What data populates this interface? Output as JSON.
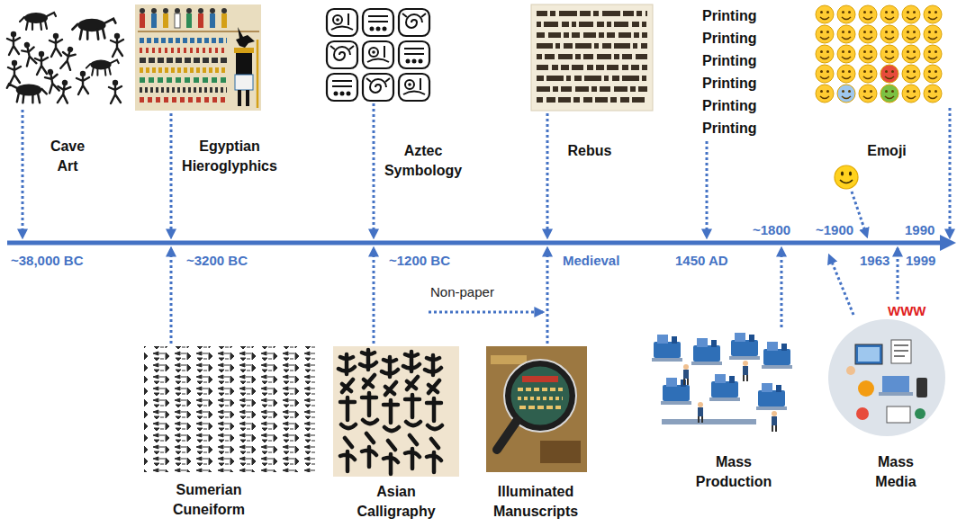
{
  "diagram": {
    "nodes": [
      {
        "text": [
          "Cave Art"
        ]
      },
      {
        "text": [
          "Egyptian Hieroglyphics"
        ]
      },
      {
        "text": [
          "Aztec Symbology"
        ]
      },
      {
        "text": [
          "Rebus"
        ]
      },
      {
        "text": [
          "Emoji"
        ]
      },
      {
        "text": [
          "Sumerian Cuneiform"
        ]
      },
      {
        "text": [
          "Asian Calligraphy"
        ]
      },
      {
        "text": [
          "Illuminated Manuscripts"
        ]
      },
      {
        "text": [
          "Mass Production"
        ]
      },
      {
        "text": [
          "Mass Media"
        ]
      }
    ],
    "labels": [
      "Printing",
      "Printing",
      "Printing",
      "Printing",
      "Printing",
      "Printing",
      "~38,000 BC",
      "~3200 BC",
      "~1200 BC",
      "Medieval",
      "1450 AD",
      "~1800",
      "~1900",
      "1963",
      "1990",
      "1999",
      "Non-paper",
      "WWW"
    ]
  }
}
